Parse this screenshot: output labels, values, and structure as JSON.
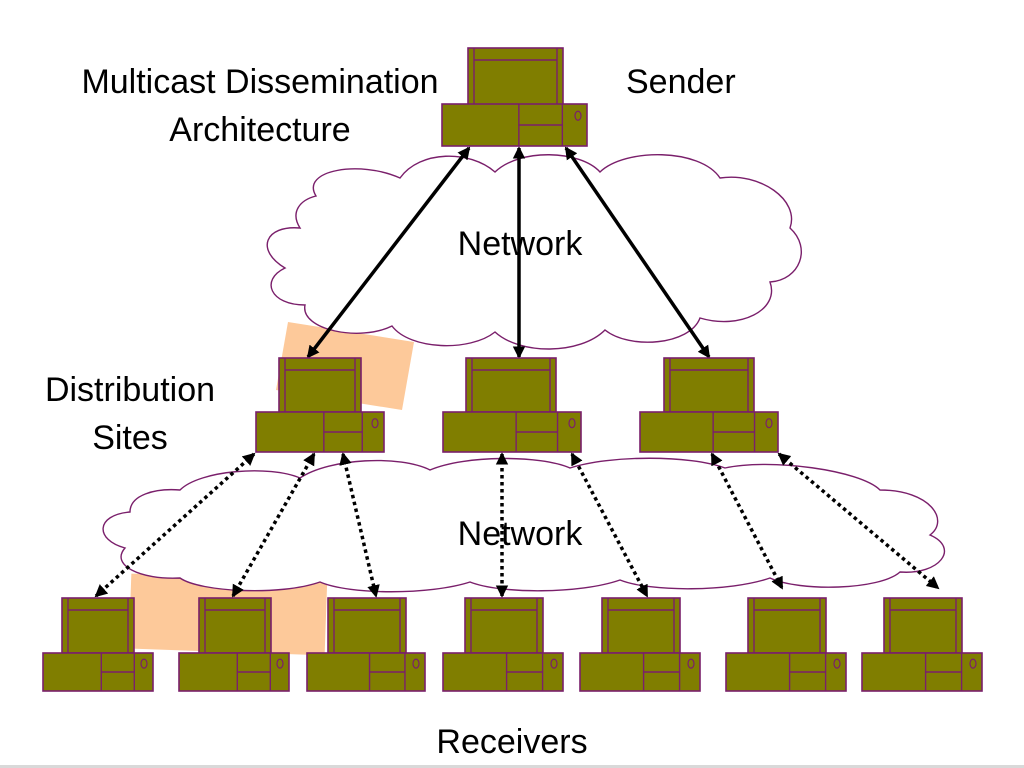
{
  "title": {
    "line1": "Multicast Dissemination",
    "line2": "Architecture"
  },
  "labels": {
    "sender": "Sender",
    "network_upper": "Network",
    "network_lower": "Network",
    "distribution_line1": "Distribution",
    "distribution_line2": "Sites",
    "receivers": "Receivers"
  },
  "nodes": {
    "sender_count": 1,
    "distribution_site_count": 3,
    "receiver_count": 7
  },
  "links": {
    "sender_to_sites": "solid bidirectional arrows",
    "sites_to_receivers": "dotted bidirectional arrows"
  },
  "colors": {
    "computer_fill": "#807e00",
    "computer_stroke": "#7a1f6b",
    "cloud_stroke": "#7a1f6b",
    "highlight": "#fdc99a",
    "arrow": "#000000"
  }
}
